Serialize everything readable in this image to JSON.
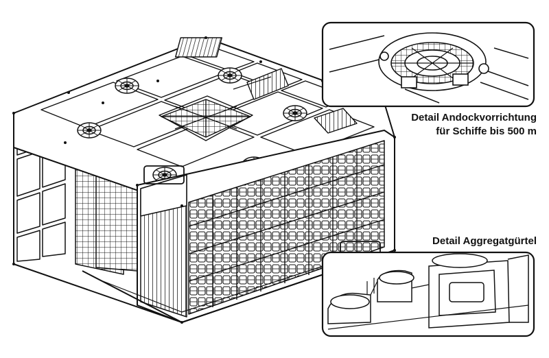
{
  "labels": {
    "docking_detail_line1": "Detail Andockvorrichtung",
    "docking_detail_line2": "für Schiffe bis 500 m",
    "aggregate_detail": "Detail Aggregatgürtel"
  },
  "colors": {
    "line": "#111111",
    "background": "#ffffff"
  }
}
